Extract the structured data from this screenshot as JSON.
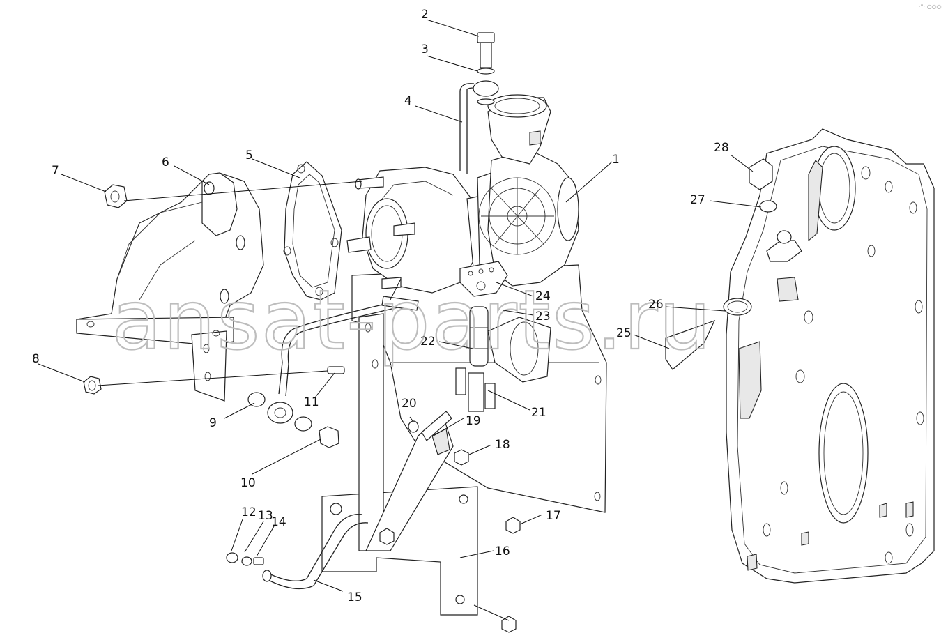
{
  "watermark": "ansat-parts.ru",
  "corner_badge": "·°· ○○○",
  "callouts": [
    {
      "id": "c1",
      "label": "1"
    },
    {
      "id": "c2",
      "label": "2"
    },
    {
      "id": "c3",
      "label": "3"
    },
    {
      "id": "c4",
      "label": "4"
    },
    {
      "id": "c5",
      "label": "5"
    },
    {
      "id": "c6",
      "label": "6"
    },
    {
      "id": "c7",
      "label": "7"
    },
    {
      "id": "c8",
      "label": "8"
    },
    {
      "id": "c9",
      "label": "9"
    },
    {
      "id": "c10",
      "label": "10"
    },
    {
      "id": "c11",
      "label": "11"
    },
    {
      "id": "c12",
      "label": "12"
    },
    {
      "id": "c13",
      "label": "13"
    },
    {
      "id": "c14",
      "label": "14"
    },
    {
      "id": "c15",
      "label": "15"
    },
    {
      "id": "c16",
      "label": "16"
    },
    {
      "id": "c17",
      "label": "17"
    },
    {
      "id": "c18",
      "label": "18"
    },
    {
      "id": "c19",
      "label": "19"
    },
    {
      "id": "c20",
      "label": "20"
    },
    {
      "id": "c21",
      "label": "21"
    },
    {
      "id": "c22",
      "label": "22"
    },
    {
      "id": "c23",
      "label": "23"
    },
    {
      "id": "c24",
      "label": "24"
    },
    {
      "id": "c25",
      "label": "25"
    },
    {
      "id": "c26",
      "label": "26"
    },
    {
      "id": "c27",
      "label": "27"
    },
    {
      "id": "c28",
      "label": "28"
    }
  ]
}
